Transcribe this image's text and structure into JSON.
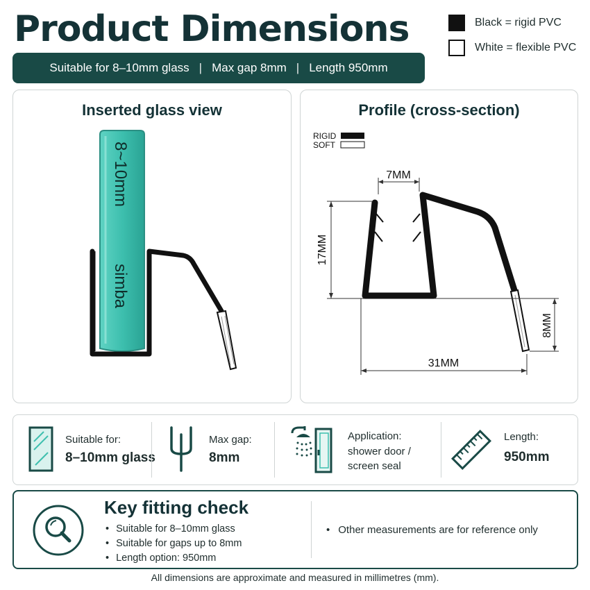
{
  "page": {
    "title": "Product Dimensions",
    "banner": {
      "items": [
        "Suitable for 8–10mm glass",
        "Max gap 8mm",
        "Length 950mm"
      ],
      "separator": "|"
    },
    "legend": [
      {
        "label": "Black = rigid PVC",
        "color": "#111111"
      },
      {
        "label": "White = flexible PVC",
        "color": "#ffffff"
      }
    ]
  },
  "inserted_view": {
    "title": "Inserted glass view",
    "glass_text_top": "8~10mm",
    "glass_text_bottom": "simba",
    "glass_color": "#3dbfae"
  },
  "profile_view": {
    "title": "Profile (cross-section)",
    "legend_rigid": "RIGID",
    "legend_soft": "SOFT",
    "dims": {
      "gap": "7MM",
      "height": "17MM",
      "fin": "8MM",
      "width": "31MM"
    }
  },
  "info": {
    "glass": {
      "label": "Suitable for:",
      "value": "8–10mm glass",
      "icon": "glass-pane-icon"
    },
    "gap": {
      "label": "Max gap:",
      "value": "8mm",
      "icon": "u-channel-icon"
    },
    "application": {
      "label": "Application:",
      "line1": "shower door /",
      "line2": "screen seal",
      "icon": "shower-door-icon"
    },
    "length": {
      "label": "Length:",
      "value": "950mm",
      "icon": "ruler-icon"
    }
  },
  "key_check": {
    "title": "Key fitting check",
    "items": [
      "Suitable for 8–10mm glass",
      "Suitable for gaps up to 8mm",
      "Length option: 950mm"
    ],
    "note": "Other measurements are for reference only",
    "icon": "magnifier-icon"
  },
  "footer": "All dimensions are approximate and measured in millimetres (mm).",
  "colors": {
    "accent": "#194a46",
    "heading": "#143236",
    "glass": "#3dbfae"
  }
}
